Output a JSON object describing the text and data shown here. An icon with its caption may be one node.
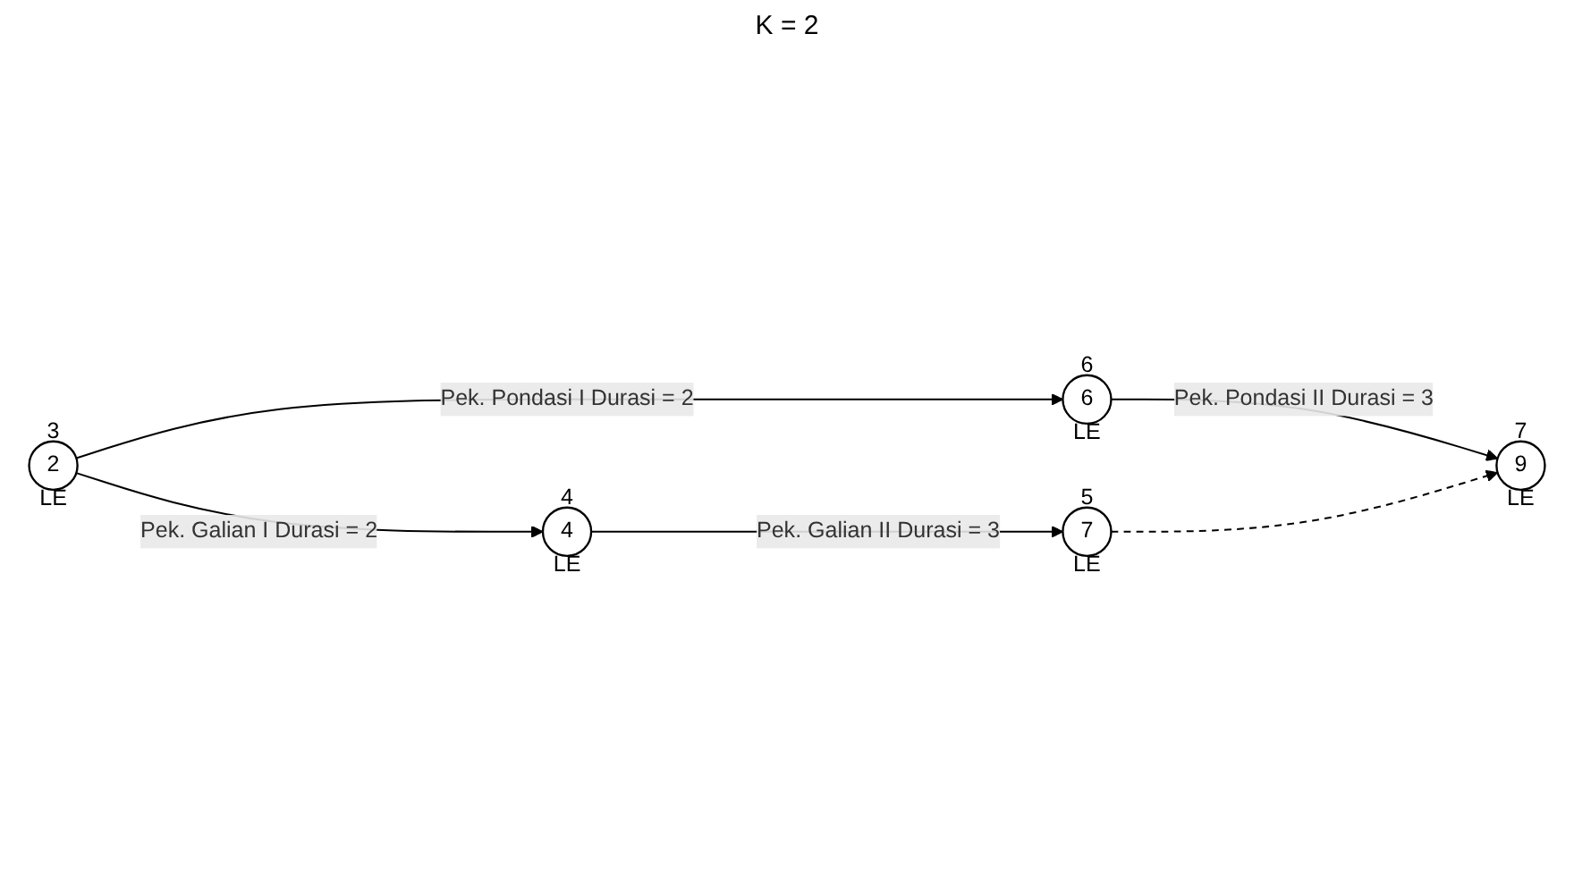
{
  "diagram": {
    "nodes": [
      {
        "text": [
          "3",
          "2",
          "LE"
        ]
      },
      {
        "text": [
          "4",
          "4",
          "LE"
        ]
      },
      {
        "text": [
          "5",
          "7",
          "LE"
        ]
      },
      {
        "text": [
          "6",
          "6",
          "LE"
        ]
      },
      {
        "text": [
          "7",
          "9",
          "LE"
        ]
      }
    ],
    "edges": [
      {
        "from": 0,
        "to": 1,
        "arrow": "to",
        "label": "Pek. Galian I Durasi = 2"
      },
      {
        "from": 1,
        "to": 2,
        "arrow": "to",
        "label": "Pek. Galian II Durasi = 3"
      },
      {
        "from": 0,
        "to": 3,
        "arrow": "to",
        "label": "Pek. Pondasi I Durasi = 2"
      },
      {
        "from": 3,
        "to": 4,
        "arrow": "to",
        "label": "Pek. Pondasi II Durasi = 3"
      },
      {
        "from": 2,
        "to": 4,
        "arrow": "to",
        "style": "dashed"
      }
    ],
    "labels": [
      "K = 2"
    ]
  }
}
